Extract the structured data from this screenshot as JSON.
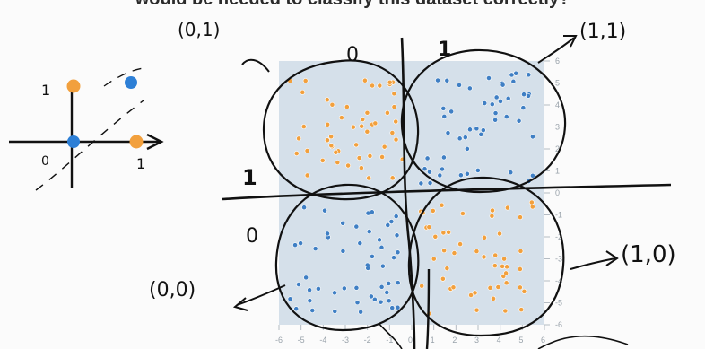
{
  "title": "would be needed to classify this dataset correctly?",
  "colors": {
    "orange": "#f2a03d",
    "blue": "#3f7fc4",
    "plot_bg": "#d5e0ea",
    "ink": "#111111"
  },
  "chart_data": {
    "type": "scatter",
    "xlim": [
      -6,
      6
    ],
    "ylim": [
      -6,
      6
    ],
    "x_ticks": [
      "-6",
      "-5",
      "-4",
      "-3",
      "-2",
      "-1",
      "0",
      "1",
      "2",
      "3",
      "4",
      "5",
      "6"
    ],
    "y_ticks": [
      "6",
      "5",
      "4",
      "3",
      "2",
      "1",
      "0",
      "-1",
      "-2",
      "-3",
      "-4",
      "-5",
      "-6"
    ],
    "series": [
      {
        "color": "orange",
        "quadrants": [
          "top-left",
          "bottom-right"
        ]
      },
      {
        "color": "blue",
        "quadrants": [
          "top-right",
          "bottom-left"
        ]
      }
    ]
  },
  "annotations": {
    "top_left": "(0,1)",
    "top_right": "(1,1)",
    "bottom_left": "(0,0)",
    "bottom_right": "(1,0)",
    "col_0": "0",
    "col_1": "1",
    "row_1": "1",
    "row_0": "0"
  },
  "mini_plot": {
    "y_label": "1",
    "x_label": "1",
    "origin_label": "0"
  }
}
